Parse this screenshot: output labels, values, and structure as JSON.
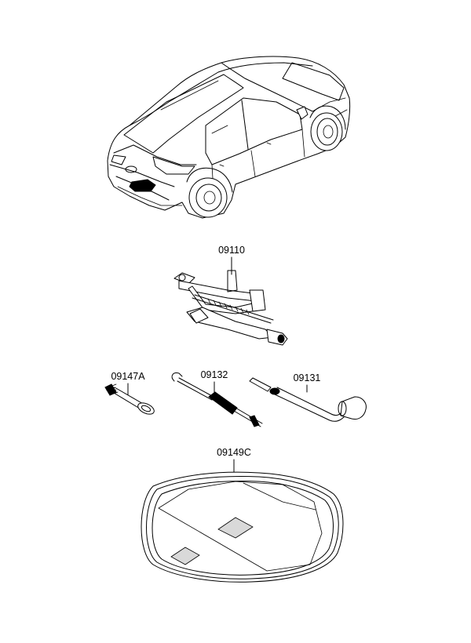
{
  "parts": [
    {
      "id": "jack",
      "number": "09110"
    },
    {
      "id": "tow-hook",
      "number": "09147A"
    },
    {
      "id": "jack-handle",
      "number": "09132"
    },
    {
      "id": "wheel-lug-wrench",
      "number": "09131"
    },
    {
      "id": "tool-tray",
      "number": "09149C"
    }
  ]
}
